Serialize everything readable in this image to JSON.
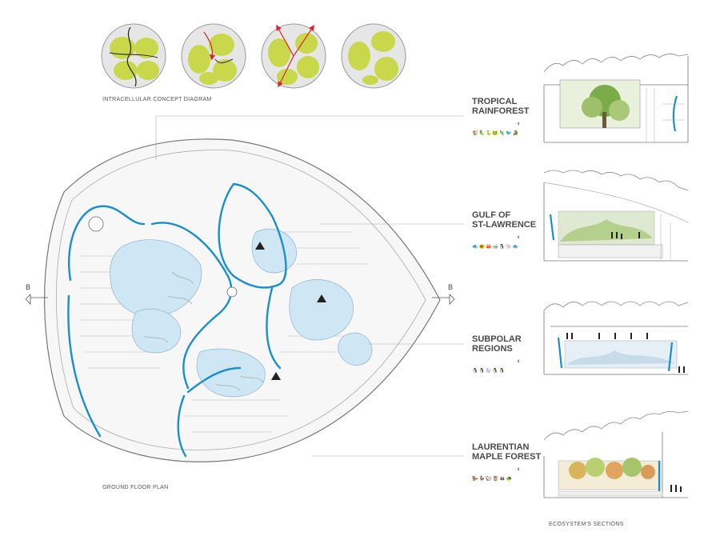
{
  "concept": {
    "caption": "INTRACELLULAR CONCEPT DIAGRAM",
    "cell_fill": "#c8d84a",
    "arrow_color": "#d8262b"
  },
  "plan": {
    "caption": "GROUND FLOOR PLAN",
    "section_marker_left": "B",
    "section_marker_right": "B",
    "wall_color": "#1a8fc9",
    "pool_color": "#cfe6f4"
  },
  "ecosystems": [
    {
      "title_line1": "TROPICAL",
      "title_line2": "RAINFOREST",
      "fauna": "🐒🦜🐍🐸🦎🐦🐊"
    },
    {
      "title_line1": "GULF OF",
      "title_line2": "ST-LAWRENCE",
      "fauna": "🐟🐠🦀🐋🐧🐚🐟"
    },
    {
      "title_line1": "SUBPOLAR",
      "title_line2": "REGIONS",
      "fauna": "🐧🐧🦭🐧🐧"
    },
    {
      "title_line1": "LAURENTIAN",
      "title_line2": "MAPLE FOREST",
      "fauna": "🦫🦆🐿🦉🦝🐢"
    }
  ],
  "sections": {
    "caption": "ECOSYSTEM'S SECTIONS"
  }
}
